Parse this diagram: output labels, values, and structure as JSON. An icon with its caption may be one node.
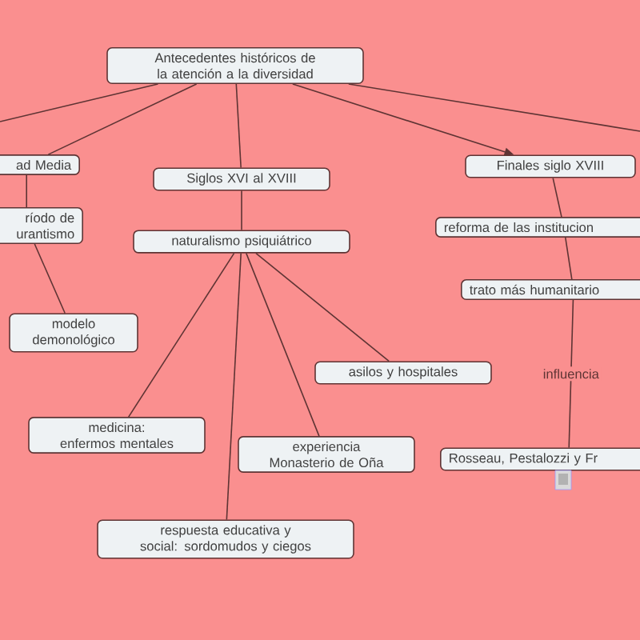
{
  "diagram": {
    "nodes": [
      {
        "text": [
          "Antecedentes históricos de la atención a la diversidad"
        ]
      },
      {
        "text": [
          "ad Media"
        ]
      },
      {
        "text": [
          "ríodo de urantismo"
        ]
      },
      {
        "text": [
          "modelo demonológico"
        ]
      },
      {
        "text": [
          "Siglos XVI al XVIII"
        ]
      },
      {
        "text": [
          "naturalismo psiquiátrico"
        ]
      },
      {
        "text": [
          "medicina: enfermos mentales"
        ]
      },
      {
        "text": [
          "asilos y hospitales"
        ]
      },
      {
        "text": [
          "experiencia Monasterio de Oña"
        ]
      },
      {
        "text": [
          "respuesta educativa y social: sordomudos y ciegos"
        ]
      },
      {
        "text": [
          "Finales siglo XVIII"
        ]
      },
      {
        "text": [
          "reforma de las institucion"
        ]
      },
      {
        "text": [
          "trato más humanitario"
        ]
      },
      {
        "text": [
          "Rosseau, Pestalozzi y Fr"
        ]
      }
    ],
    "edges": [
      {
        "from": 0,
        "to": null,
        "arrow": "none"
      },
      {
        "from": 0,
        "to": 1,
        "arrow": "none"
      },
      {
        "from": 0,
        "to": 4,
        "arrow": "none"
      },
      {
        "from": 0,
        "to": 10,
        "arrow": "to"
      },
      {
        "from": 0,
        "to": null,
        "arrow": "none"
      },
      {
        "from": 1,
        "to": 2,
        "arrow": "none"
      },
      {
        "from": 2,
        "to": 3,
        "arrow": "none"
      },
      {
        "from": 4,
        "to": 5,
        "arrow": "none"
      },
      {
        "from": 5,
        "to": 6,
        "arrow": "none"
      },
      {
        "from": 5,
        "to": 9,
        "arrow": "none"
      },
      {
        "from": 5,
        "to": 8,
        "arrow": "none"
      },
      {
        "from": 5,
        "to": 7,
        "arrow": "none"
      },
      {
        "from": 10,
        "to": 11,
        "arrow": "none"
      },
      {
        "from": 11,
        "to": 12,
        "arrow": "none"
      },
      {
        "from": 12,
        "to": 13,
        "arrow": "none",
        "label": "influencia"
      }
    ]
  }
}
